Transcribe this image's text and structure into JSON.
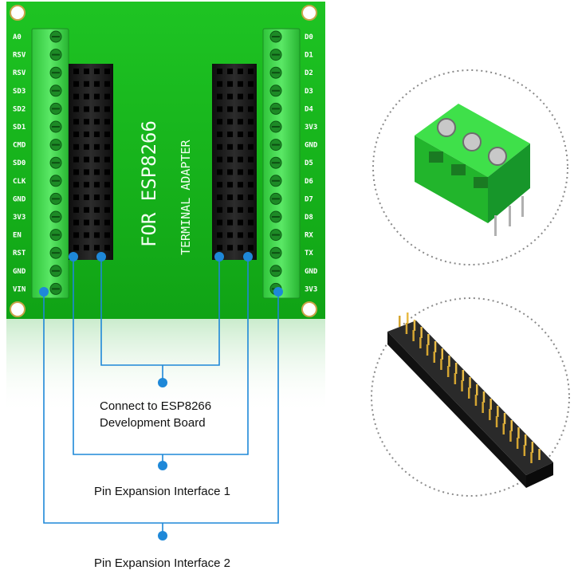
{
  "board": {
    "title_line1": "FOR ESP8266",
    "title_line2": "TERMINAL ADAPTER",
    "left_pins": [
      "A0",
      "RSV",
      "RSV",
      "SD3",
      "SD2",
      "SD1",
      "CMD",
      "SD0",
      "CLK",
      "GND",
      "3V3",
      "EN",
      "RST",
      "GND",
      "VIN"
    ],
    "right_pins": [
      "D0",
      "D1",
      "D2",
      "D3",
      "D4",
      "3V3",
      "GND",
      "D5",
      "D6",
      "D7",
      "D8",
      "RX",
      "TX",
      "GND",
      "3V3"
    ]
  },
  "callouts": {
    "connect_line1": "Connect to ESP8266",
    "connect_line2": "Development Board",
    "interface1": "Pin Expansion Interface 1",
    "interface2": "Pin Expansion Interface 2"
  },
  "colors": {
    "pcb": "#15b81a",
    "terminal": "#3fd94a",
    "header": "#1a1a1a",
    "callout_line": "#1e88d8",
    "dot": "#1e88d8"
  },
  "icons": {
    "terminal_block": "screw-terminal-3pin",
    "female_header": "female-pin-header-strip"
  }
}
